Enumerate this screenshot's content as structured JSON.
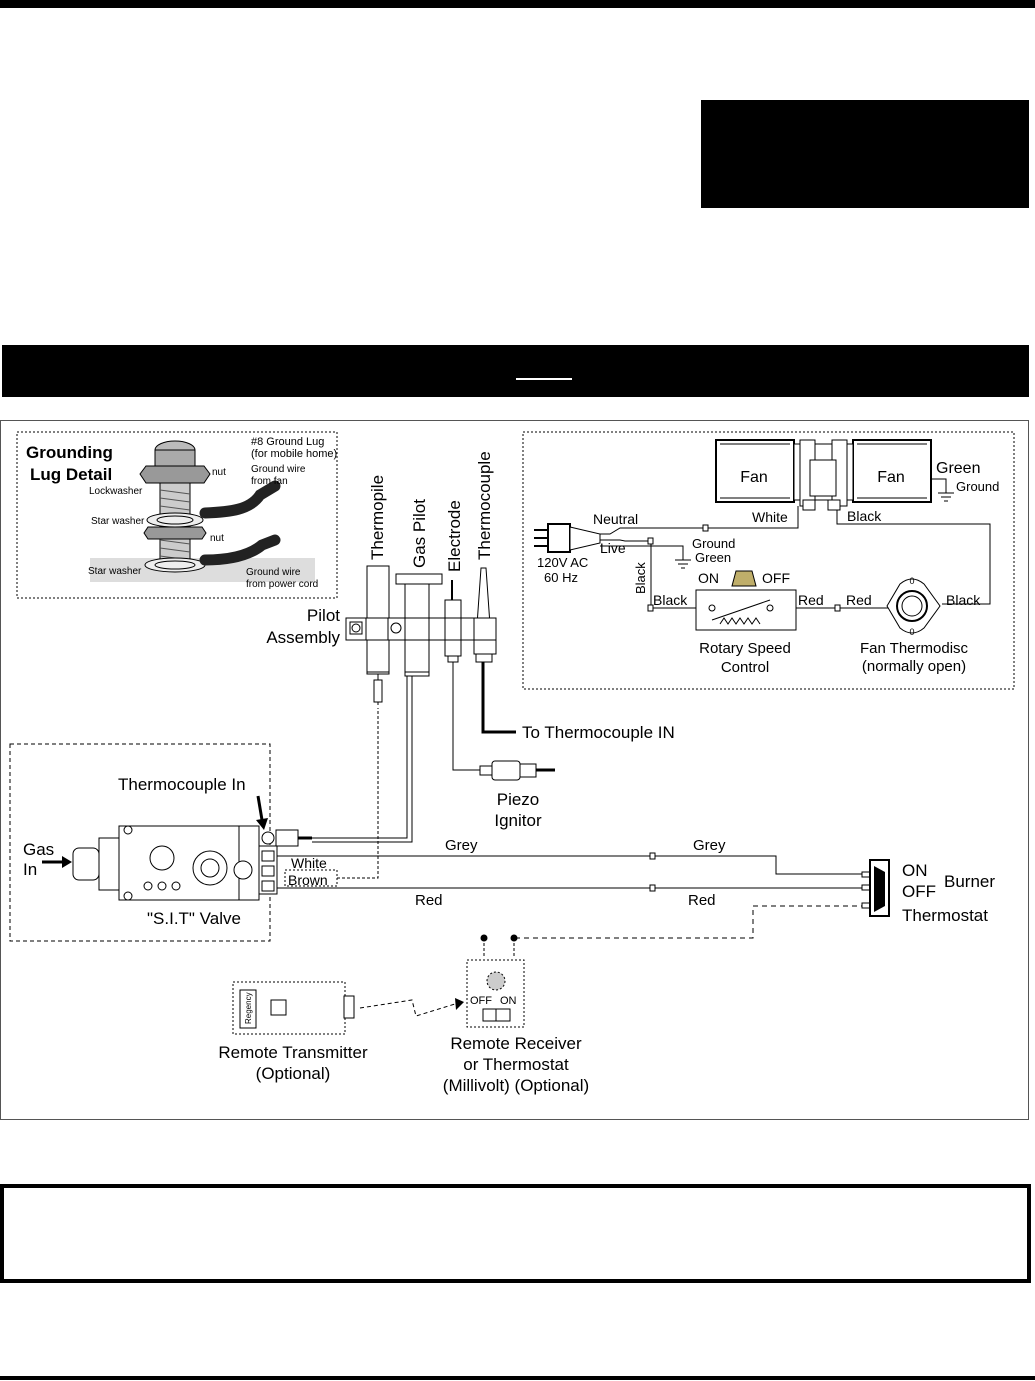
{
  "grounding": {
    "title_line1": "Grounding",
    "title_line2": "Lug Detail",
    "lug_line1": "#8 Ground Lug",
    "lug_line2": "(for mobile home)",
    "nut_top": "nut",
    "nut_bottom": "nut",
    "gw_fan_1": "Ground wire",
    "gw_fan_2": "from fan",
    "lockwasher": "Lockwasher",
    "star_washer_1": "Star washer",
    "star_washer_2": "Star washer",
    "gw_cord_1": "Ground wire",
    "gw_cord_2": "from power cord"
  },
  "pilot": {
    "thermopile": "Thermopile",
    "gas_pilot": "Gas Pilot",
    "electrode": "Electrode",
    "thermocouple": "Thermocouple",
    "assembly_1": "Pilot",
    "assembly_2": "Assembly",
    "to_thermocouple": "To Thermocouple IN",
    "piezo_1": "Piezo",
    "piezo_2": "Ignitor"
  },
  "fan_circuit": {
    "fan_left": "Fan",
    "fan_right": "Fan",
    "green": "Green",
    "ground": "Ground",
    "neutral": "Neutral",
    "white": "White",
    "black_top": "Black",
    "live": "Live",
    "ground_green_1": "Ground",
    "ground_green_2": "Green",
    "supply_1": "120V AC",
    "supply_2": "60 Hz",
    "black_vertical": "Black",
    "on": "ON",
    "off": "OFF",
    "black_left": "Black",
    "red_1": "Red",
    "red_2": "Red",
    "black_right": "Black",
    "rotary_1": "Rotary Speed",
    "rotary_2": "Control",
    "thermodisc_1": "Fan Thermodisc",
    "thermodisc_2": "(normally open)",
    "disc_top": "0",
    "disc_bottom": "0"
  },
  "valve": {
    "thermocouple_in": "Thermocouple In",
    "gas_1": "Gas",
    "gas_2": "In",
    "white": "White",
    "brown": "Brown",
    "label": "\"S.I.T\" Valve"
  },
  "wires": {
    "grey_1": "Grey",
    "grey_2": "Grey",
    "red_1": "Red",
    "red_2": "Red"
  },
  "switch": {
    "on": "ON",
    "off": "OFF",
    "burner": "Burner",
    "thermostat": "Thermostat"
  },
  "remote": {
    "brand": "Regency",
    "transmitter_1": "Remote Transmitter",
    "transmitter_2": "(Optional)",
    "receiver_off": "OFF",
    "receiver_on": "ON",
    "receiver_1": "Remote Receiver",
    "receiver_2": "or Thermostat",
    "receiver_3": "(Millivolt) (Optional)"
  }
}
